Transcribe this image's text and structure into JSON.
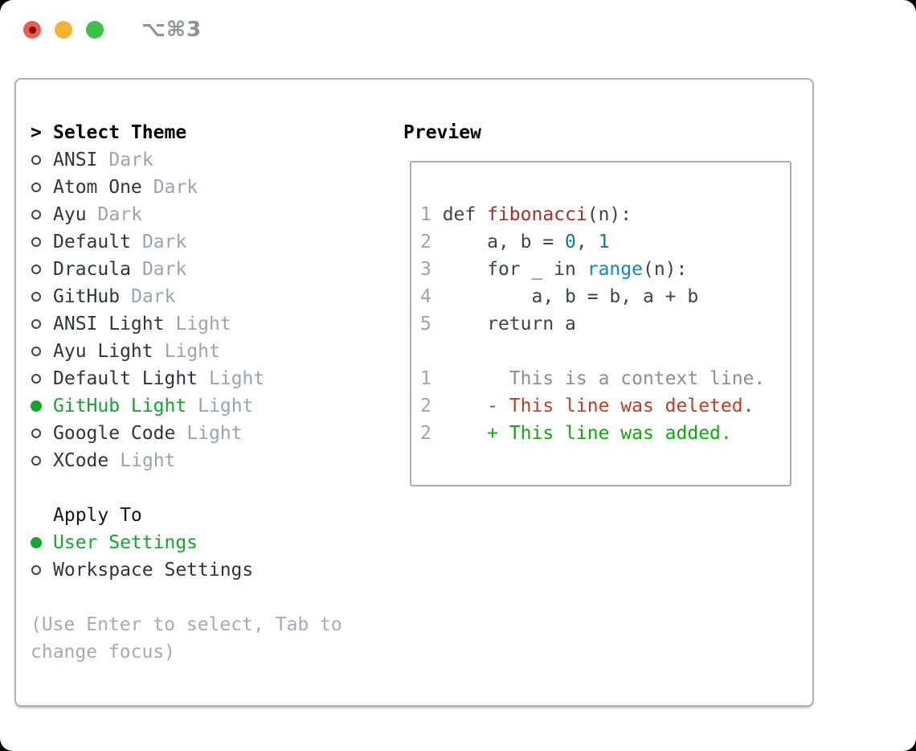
{
  "window": {
    "shortcut": "⌥⌘3",
    "traffic_lights": [
      {
        "name": "close",
        "color": "#f05c51"
      },
      {
        "name": "minimize",
        "color": "#f6b42e"
      },
      {
        "name": "zoom",
        "color": "#38c446"
      }
    ]
  },
  "colors": {
    "selection_green": "#12a62e",
    "added_green": "#09ad09",
    "deleted_red": "#c43b1e",
    "function_red": "#b12a22",
    "number_teal": "#0b7e86",
    "builtin_blue": "#0d89c5",
    "badge_gray": "#9aa3b0",
    "hint_gray": "#a4abb6",
    "line_number_gray": "#9aa4b2",
    "panel_border": "#a9b1bb"
  },
  "theme_panel": {
    "title_marker": ">",
    "title": "Select Theme",
    "themes": [
      {
        "name": "ANSI",
        "badge": "Dark",
        "selected": false
      },
      {
        "name": "Atom One",
        "badge": "Dark",
        "selected": false
      },
      {
        "name": "Ayu",
        "badge": "Dark",
        "selected": false
      },
      {
        "name": "Default",
        "badge": "Dark",
        "selected": false
      },
      {
        "name": "Dracula",
        "badge": "Dark",
        "selected": false
      },
      {
        "name": "GitHub",
        "badge": "Dark",
        "selected": false
      },
      {
        "name": "ANSI Light",
        "badge": "Light",
        "selected": false
      },
      {
        "name": "Ayu Light",
        "badge": "Light",
        "selected": false
      },
      {
        "name": "Default Light",
        "badge": "Light",
        "selected": false
      },
      {
        "name": "GitHub Light",
        "badge": "Light",
        "selected": true
      },
      {
        "name": "Google Code",
        "badge": "Light",
        "selected": false
      },
      {
        "name": "XCode",
        "badge": "Light",
        "selected": false
      }
    ],
    "apply_to": {
      "title": "Apply To",
      "options": [
        {
          "name": "User Settings",
          "selected": true
        },
        {
          "name": "Workspace Settings",
          "selected": false
        }
      ]
    },
    "hint_lines": [
      "(Use Enter to select, Tab to",
      "change focus)"
    ]
  },
  "preview": {
    "title": "Preview",
    "code_lines": [
      [
        [
          "1 ",
          "ln"
        ],
        [
          "def ",
          "kw"
        ],
        [
          "fibonacci",
          "fn"
        ],
        [
          "(n):",
          "pl"
        ]
      ],
      [
        [
          "2 ",
          "ln"
        ],
        [
          "    a, b = ",
          "pl"
        ],
        [
          "0",
          "num"
        ],
        [
          ", ",
          "pl"
        ],
        [
          "1",
          "num"
        ]
      ],
      [
        [
          "3 ",
          "ln"
        ],
        [
          "    for _ in ",
          "pl"
        ],
        [
          "range",
          "rng"
        ],
        [
          "(n):",
          "pl"
        ]
      ],
      [
        [
          "4 ",
          "ln"
        ],
        [
          "        a, b = b, a + b",
          "pl"
        ]
      ],
      [
        [
          "5 ",
          "ln"
        ],
        [
          "    return a",
          "pl"
        ]
      ],
      [],
      [
        [
          "1",
          "ln"
        ],
        [
          "       ",
          "pl"
        ],
        [
          "This is a context line.",
          "ctx"
        ]
      ],
      [
        [
          "2",
          "ln"
        ],
        [
          "     ",
          "pl"
        ],
        [
          "- This line was deleted.",
          "del"
        ]
      ],
      [
        [
          "2",
          "ln"
        ],
        [
          "     ",
          "pl"
        ],
        [
          "+ This line was added.",
          "add"
        ]
      ]
    ]
  }
}
